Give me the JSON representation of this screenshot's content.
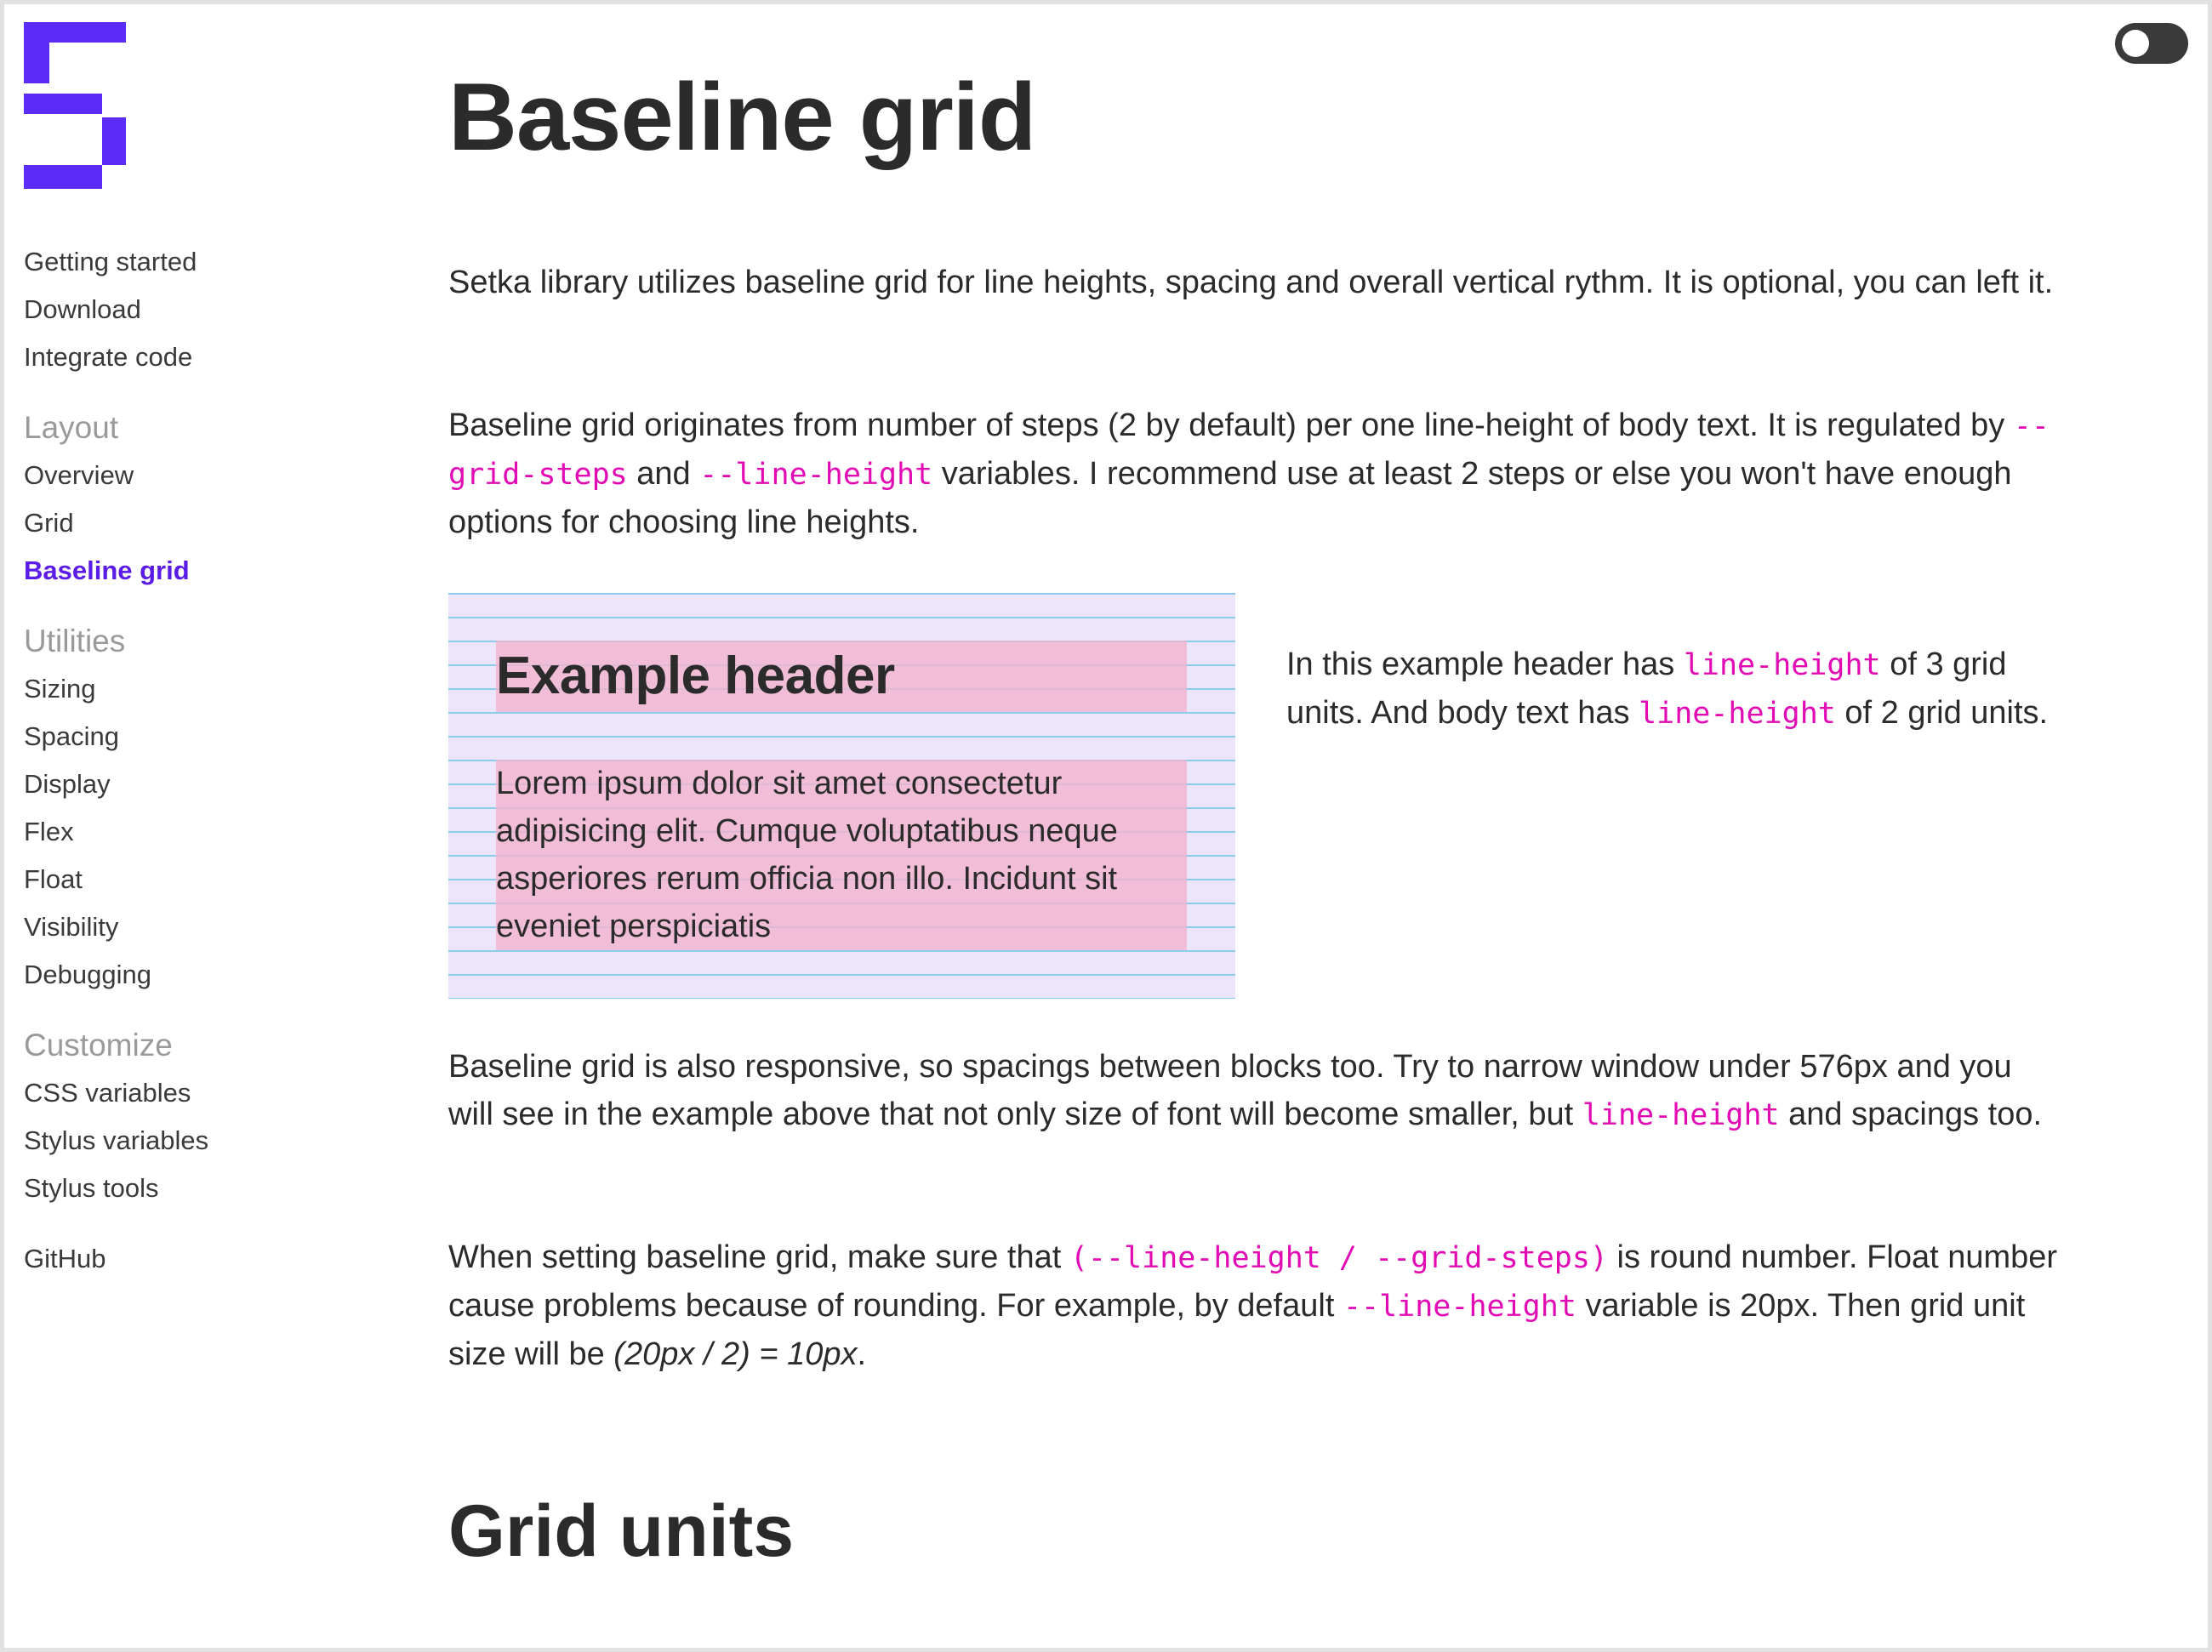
{
  "colors": {
    "accent": "#5b1ce8",
    "logo": "#5b2cf5",
    "code": "#e10ab4",
    "grid_line": "#78c8eb",
    "example_bg": "#ece5fb",
    "example_highlight": "#f4b4cd"
  },
  "sidebar": {
    "top_links": [
      "Getting started",
      "Download",
      "Integrate code"
    ],
    "groups": [
      {
        "title": "Layout",
        "items": [
          "Overview",
          "Grid",
          "Baseline grid"
        ],
        "active": "Baseline grid"
      },
      {
        "title": "Utilities",
        "items": [
          "Sizing",
          "Spacing",
          "Display",
          "Flex",
          "Float",
          "Visibility",
          "Debugging"
        ]
      },
      {
        "title": "Customize",
        "items": [
          "CSS variables",
          "Stylus variables",
          "Stylus tools"
        ]
      }
    ],
    "github": "GitHub"
  },
  "header": {
    "theme_toggle_icon": "toggle-switch-icon"
  },
  "main": {
    "title": "Baseline grid",
    "intro": "Setka library utilizes baseline grid for line heights, spacing and overall vertical rythm. It is optional, you can left it.",
    "p2": {
      "a": "Baseline grid originates from number of steps (2 by default) per one line-height of body text. It is regulated by ",
      "code1": "--grid-steps",
      "b": " and ",
      "code2": "--line-height",
      "c": " variables. I recommend use at least 2 steps or else you won't have enough options for choosing line heights."
    },
    "example": {
      "header": "Example header",
      "body": "Lorem ipsum dolor sit amet consectetur adipisicing elit. Cumque voluptatibus neque asperiores rerum officia non illo. Incidunt sit eveniet perspiciatis"
    },
    "note": {
      "a": "In this example header has ",
      "code1": "line-height",
      "b": " of 3 grid units. And body text has ",
      "code2": "line-height",
      "c": " of 2 grid units."
    },
    "p3": {
      "a": "Baseline grid is also responsive, so spacings between blocks too. Try to narrow window under 576px and you will see in the example above that not only size of font will become smaller, but ",
      "code1": "line-height",
      "b": " and spacings too."
    },
    "p4": {
      "a": "When setting baseline grid, make sure that ",
      "code1": "(--line-height / --grid-steps)",
      "b": " is round number. Float number cause problems because of rounding. For example, by default ",
      "code2": "--line-height",
      "c": " variable is 20px. Then grid unit size will be ",
      "em": "(20px / 2) = 10px",
      "d": "."
    },
    "section2_title": "Grid units"
  }
}
